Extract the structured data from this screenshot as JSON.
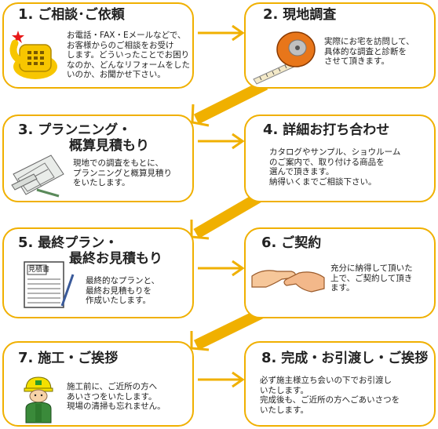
{
  "steps": [
    {
      "num": "1.",
      "title": "ご相談･ご依頼",
      "title2": "",
      "icon": "telephone-icon",
      "text": "お電話・FAX・Eメールなどで、\nお客様からのご相談をお受け\nします。どういったことでお困り\nなのか、どんなリフォームをした\nいのか、お聞かせ下さい。"
    },
    {
      "num": "2.",
      "title": "現地調査",
      "title2": "",
      "icon": "tape-measure-icon",
      "text": "実際にお宅を訪問して、\n具体的な調査と診断を\nさせて頂きます。"
    },
    {
      "num": "3.",
      "title": "プランニング・",
      "title2": "概算見積もり",
      "icon": "blueprint-icon",
      "text": "現地での調査をもとに、\nプランニングと概算見積り\nをいたします。"
    },
    {
      "num": "4.",
      "title": "詳細お打ち合わせ",
      "title2": "",
      "icon": "",
      "text": "カタログやサンプル、ショウルーム\nのご案内で、取り付ける商品を\n選んで頂きます。\n納得いくまでご相談下さい。"
    },
    {
      "num": "5.",
      "title": "最終プラン・",
      "title2": "最終お見積もり",
      "icon": "estimate-document-icon",
      "doc_label": "見積書",
      "text": "最終的なプランと、\n最終お見積もりを\n作成いたします。"
    },
    {
      "num": "6.",
      "title": "ご契約",
      "title2": "",
      "icon": "handshake-icon",
      "text": "充分に納得して頂いた\n上で、ご契約して頂き\nます。"
    },
    {
      "num": "7.",
      "title": "施工・ご挨拶",
      "title2": "",
      "icon": "construction-worker-icon",
      "text": "施工前に、ご近所の方へ\nあいさつをいたします。\n現場の清掃も忘れません。"
    },
    {
      "num": "8.",
      "title": "完成・お引渡し・ご挨拶",
      "title2": "",
      "icon": "",
      "text": "必ず施主様立ち会いの下でお引渡し\nいたします。\n完成後も、ご近所の方へごあいさつを\nいたします。"
    }
  ],
  "colors": {
    "border": "#f0b000",
    "arrow": "#f0b000",
    "text": "#222222"
  }
}
